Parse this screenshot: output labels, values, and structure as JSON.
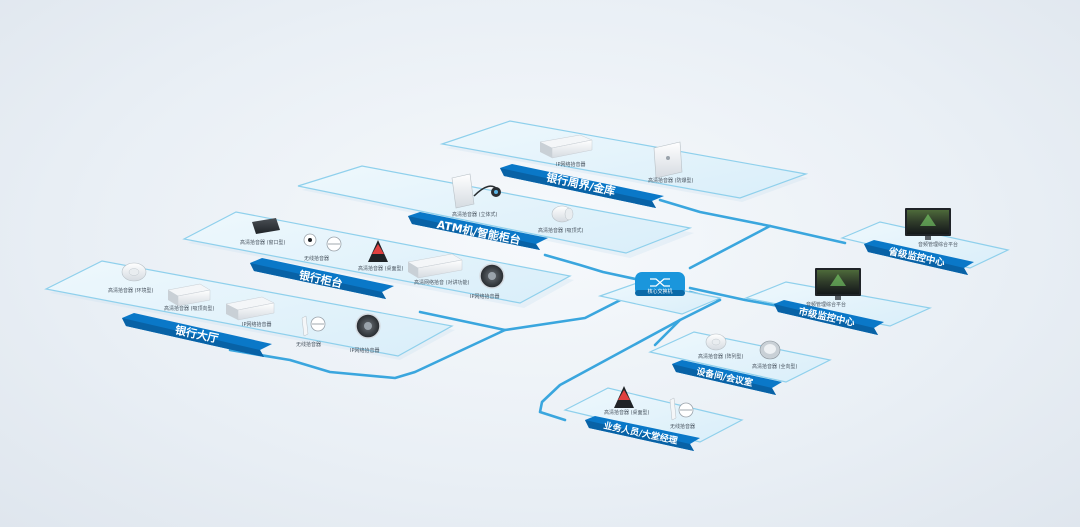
{
  "colors": {
    "accent": "#0a78c8",
    "wire": "#3aa6de",
    "platform_fill": "#e4f3fb",
    "platform_edge": "#8fd0ec"
  },
  "zones": {
    "perimeter": {
      "title": "银行周界/金库",
      "devices": [
        {
          "label": "IP网络拾音器",
          "icon": "white-box-pickup-icon"
        },
        {
          "label": "高清拾音器 (防爆型)",
          "icon": "wall-panel-pickup-icon"
        }
      ]
    },
    "atm": {
      "title": "ATM机/智能柜台",
      "devices": [
        {
          "label": "高清拾音器 (立体式)",
          "icon": "atm-pickup-icon"
        },
        {
          "label": "高清拾音器 (吸顶式)",
          "icon": "cylinder-pickup-icon"
        }
      ]
    },
    "counter": {
      "title": "银行柜台",
      "devices": [
        {
          "label": "高清拾音器 (窗口型)",
          "icon": "black-box-pickup-icon"
        },
        {
          "label": "无线拾音器",
          "icon": "wireless-pickup-icon"
        },
        {
          "label": "高清拾音器 (桌面型)",
          "icon": "tabletop-pickup-icon"
        },
        {
          "label": "高清网络拾音 (对讲功能)",
          "icon": "intercom-box-icon"
        },
        {
          "label": "IP网络拾音器",
          "icon": "grille-pickup-icon"
        }
      ]
    },
    "hall": {
      "title": "银行大厅",
      "devices": [
        {
          "label": "高清拾音器 (环境型)",
          "icon": "ceiling-disc-icon"
        },
        {
          "label": "高清拾音器 (吸顶向型)",
          "icon": "flat-box-pickup-icon"
        },
        {
          "label": "IP网络拾音器",
          "icon": "white-box-pickup-icon"
        },
        {
          "label": "无线拾音器",
          "icon": "wireless-pickup-icon"
        },
        {
          "label": "IP网络拾音器",
          "icon": "grille-pickup-icon"
        }
      ]
    },
    "province": {
      "title": "省级监控中心",
      "devices": [
        {
          "label": "音频管理综合平台",
          "icon": "monitor-icon"
        }
      ]
    },
    "city": {
      "title": "市级监控中心",
      "devices": [
        {
          "label": "音频管理综合平台",
          "icon": "monitor-icon"
        }
      ]
    },
    "equipment": {
      "title": "设备间/会议室",
      "devices": [
        {
          "label": "高清拾音器 (阵列型)",
          "icon": "ceiling-disc-icon"
        },
        {
          "label": "高清拾音器 (全向型)",
          "icon": "silver-dome-icon"
        }
      ]
    },
    "staff": {
      "title": "业务人员/大堂经理",
      "devices": [
        {
          "label": "高清拾音器 (桌面型)",
          "icon": "tabletop-pickup-icon"
        },
        {
          "label": "无线拾音器",
          "icon": "wireless-pickup-icon"
        }
      ]
    }
  },
  "switch": {
    "label": "核心交换机",
    "icon": "switch-icon"
  }
}
